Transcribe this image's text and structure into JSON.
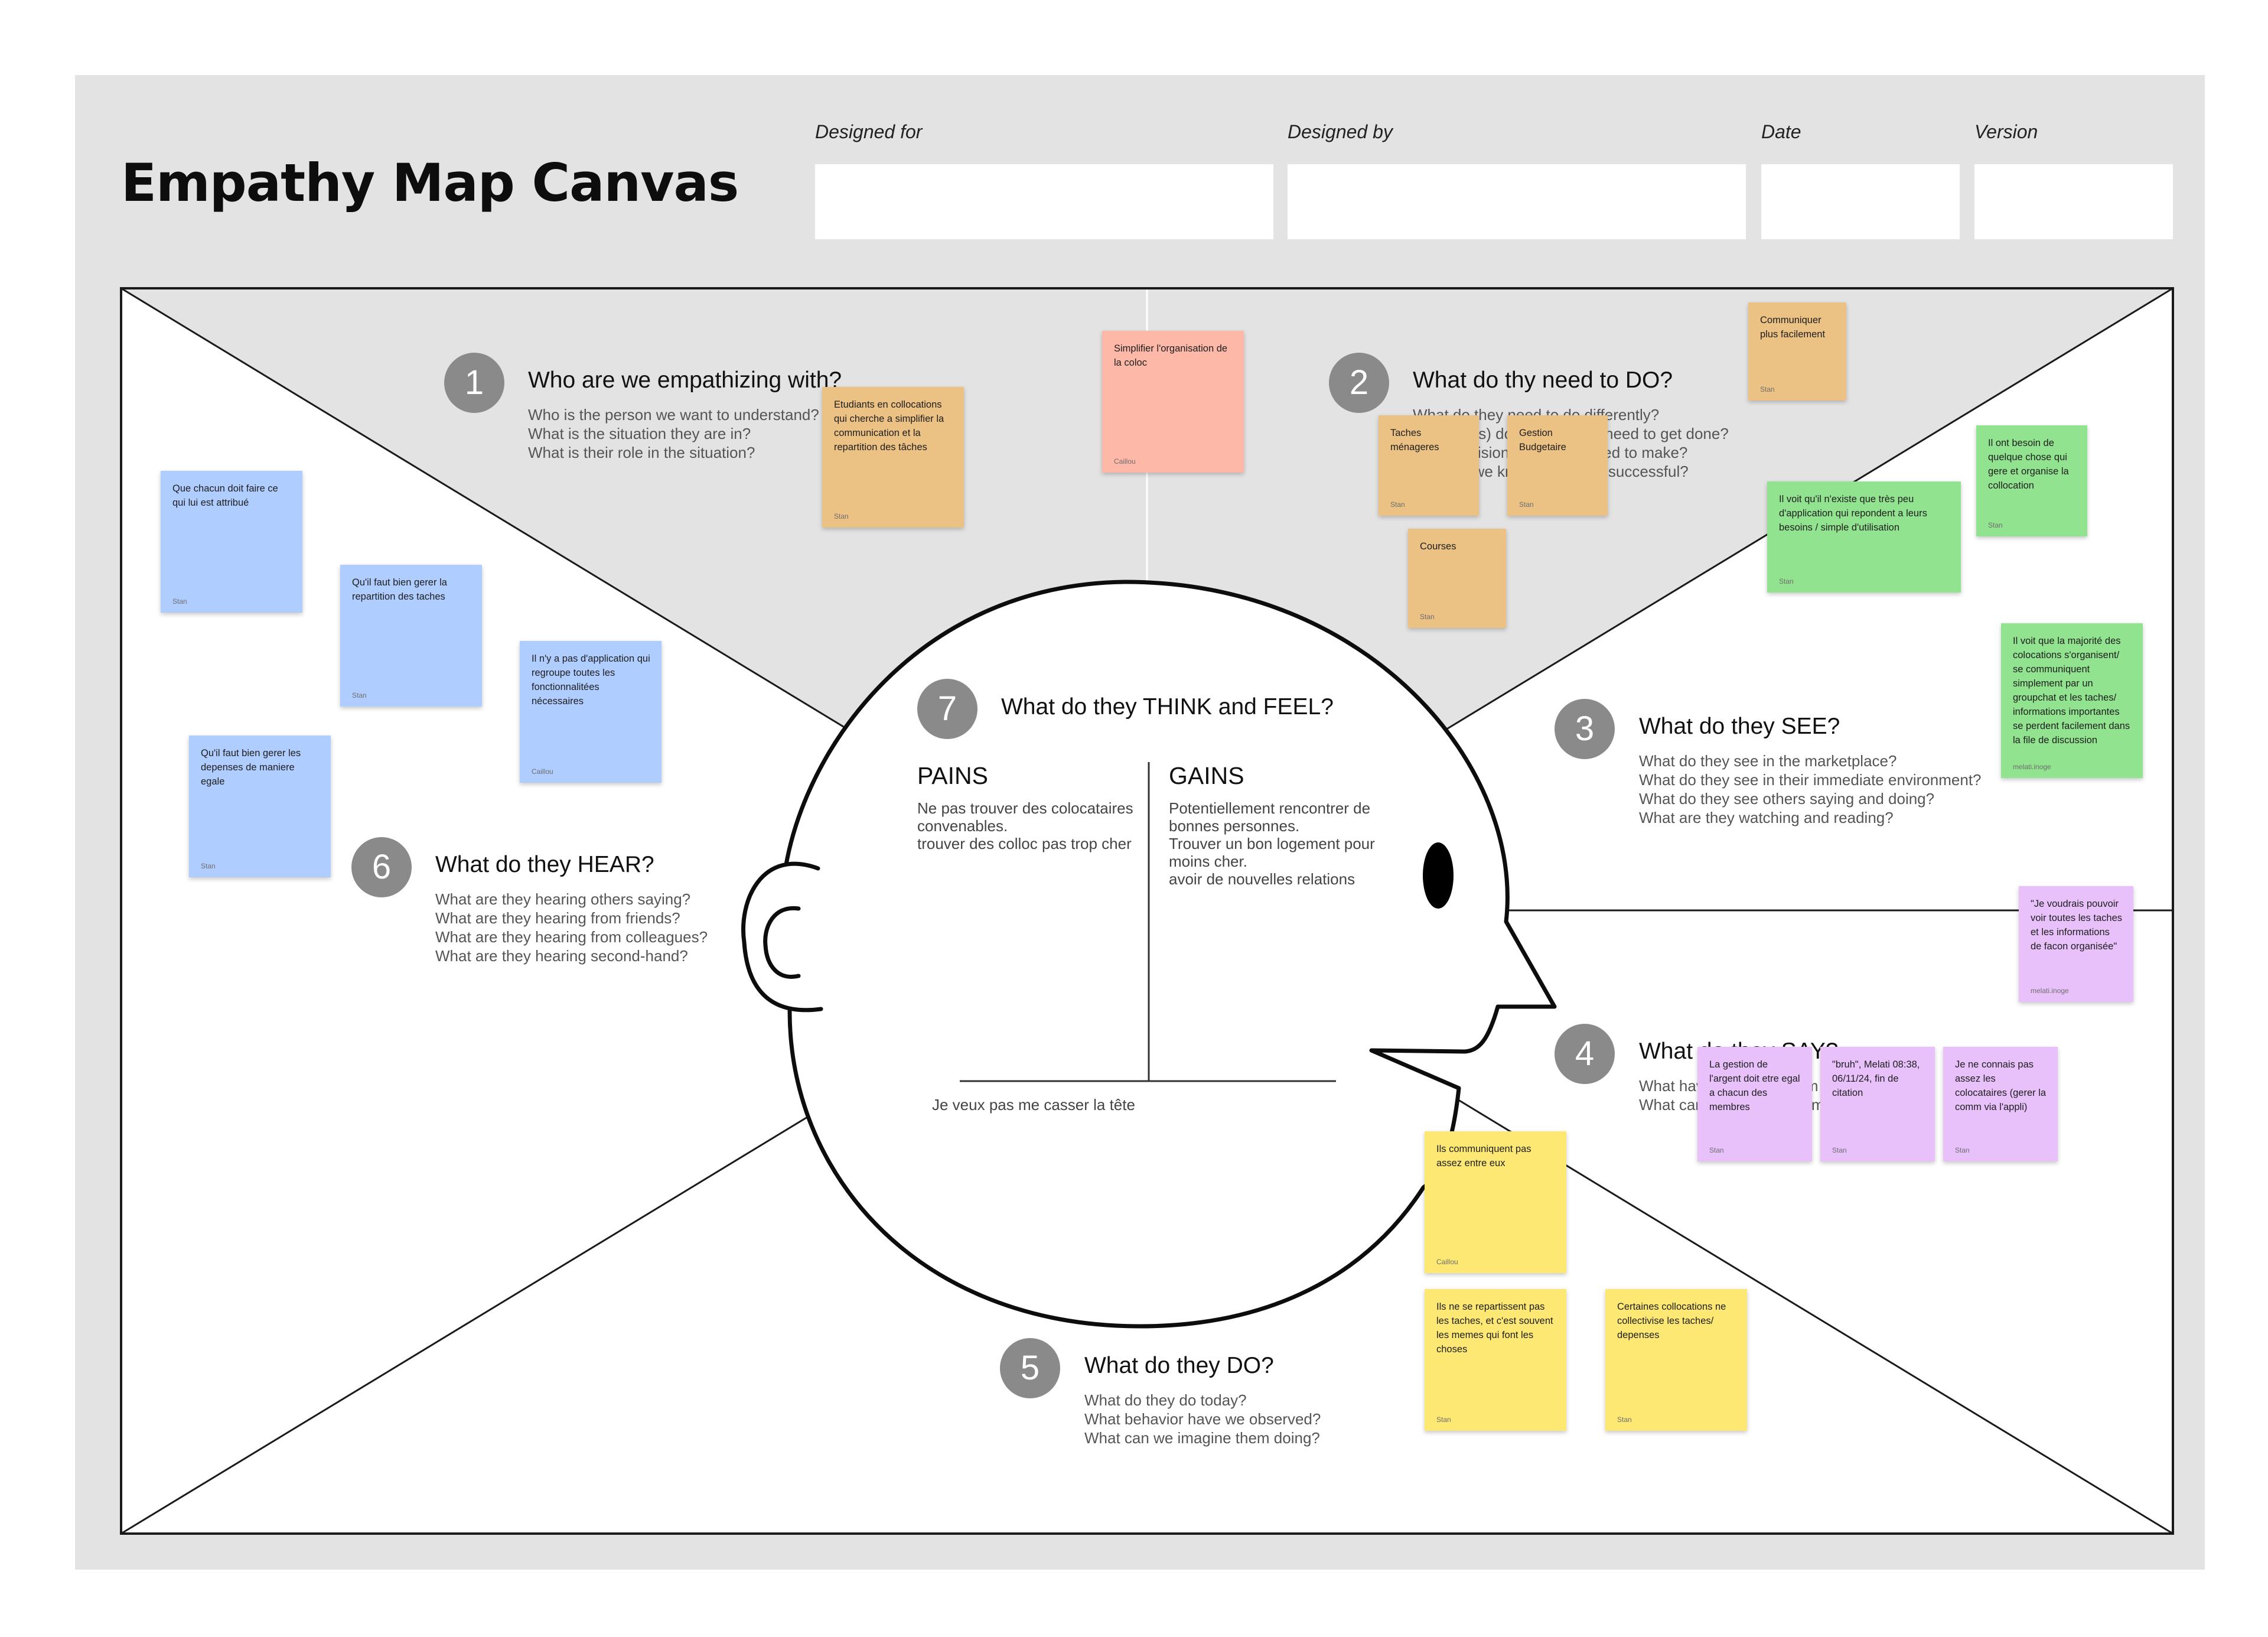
{
  "header": {
    "title": "Empathy Map Canvas",
    "designed_for_label": "Designed for",
    "designed_by_label": "Designed by",
    "date_label": "Date",
    "version_label": "Version",
    "designed_for_value": "",
    "designed_by_value": "",
    "date_value": "",
    "version_value": ""
  },
  "sections": {
    "s1": {
      "num": "1",
      "title": "Who are we empathizing with?",
      "lines": [
        "Who is the person we want to understand?",
        "What is the situation they are in?",
        "What is their role in the situation?"
      ]
    },
    "s2": {
      "num": "2",
      "title": "What do thy need to DO?",
      "lines": [
        "What do they need to do differently?",
        "What job(s) do they want or need to get done?",
        "What decision(s) do they need to make?",
        "How will we know they were successful?"
      ]
    },
    "s3": {
      "num": "3",
      "title": "What do they SEE?",
      "lines": [
        "What do they see in the marketplace?",
        "What do they see in their immediate environment?",
        "What do they see others saying and doing?",
        "What are they watching and reading?"
      ]
    },
    "s4": {
      "num": "4",
      "title": "What do they SAY?",
      "lines": [
        "What have we heard them say?",
        "What can we imagine them saying?"
      ]
    },
    "s5": {
      "num": "5",
      "title": "What do they DO?",
      "lines": [
        "What do they do today?",
        "What behavior have we observed?",
        "What can we imagine them doing?"
      ]
    },
    "s6": {
      "num": "6",
      "title": "What do they HEAR?",
      "lines": [
        "What are they hearing others saying?",
        "What are they hearing from friends?",
        "What are they hearing from colleagues?",
        "What are they hearing second-hand?"
      ]
    },
    "s7": {
      "num": "7",
      "title": "What do they THINK and FEEL?"
    }
  },
  "think_feel": {
    "pains_title": "PAINS",
    "pains_lines": [
      "Ne pas trouver des colocataires",
      "convenables.",
      "trouver des colloc pas trop cher"
    ],
    "gains_title": "GAINS",
    "gains_lines": [
      "Potentiellement rencontrer de",
      "bonnes personnes.",
      "Trouver un bon logement pour",
      "moins cher.",
      "avoir de nouvelles relations"
    ],
    "bottom_note": "Je veux pas me casser la tête"
  },
  "colors": {
    "frame": "#e3e3e3",
    "orange": "#ebc184",
    "salmon": "#fdb8a8",
    "green": "#92e390",
    "blue": "#b0cdff",
    "purple": "#e8c1fb",
    "yellow": "#fde874",
    "number_circle": "#8a8a8a"
  },
  "stickies": [
    {
      "text": "Etudiants en collocations qui cherche a simplifier la communication et la repartition des tâches",
      "author": "Stan",
      "color": "orange"
    },
    {
      "text": "Simplifier l'organisation de la coloc",
      "author": "Caillou",
      "color": "salmon"
    },
    {
      "text": "Taches ménageres",
      "author": "Stan",
      "color": "orange"
    },
    {
      "text": "Gestion Budgetaire",
      "author": "Stan",
      "color": "orange"
    },
    {
      "text": "Courses",
      "author": "Stan",
      "color": "orange"
    },
    {
      "text": "Communiquer plus facilement",
      "author": "Stan",
      "color": "orange"
    },
    {
      "text": "Il ont besoin de quelque chose qui gere et organise la collocation",
      "author": "Stan",
      "color": "green"
    },
    {
      "text": "Il voit qu'il n'existe que très peu d'application qui repondent a leurs besoins / simple d'utilisation",
      "author": "Stan",
      "color": "green"
    },
    {
      "text": "Il voit que la majorité des colocations s'organisent/ se communiquent simplement par un groupchat et les taches/ informations importantes se perdent facilement dans la file de discussion",
      "author": "melati.inoge",
      "color": "green"
    },
    {
      "text": "\"Je voudrais pouvoir voir toutes les taches et les informations de facon organisée\"",
      "author": "melati.inoge",
      "color": "purple"
    },
    {
      "text": "La gestion de l'argent doit etre egal a chacun des membres",
      "author": "Stan",
      "color": "purple"
    },
    {
      "text": "\"bruh\", Melati 08:38, 06/11/24, fin de citation",
      "author": "Stan",
      "color": "purple"
    },
    {
      "text": "Je ne connais pas assez les colocataires (gerer la comm via l'appli)",
      "author": "Stan",
      "color": "purple"
    },
    {
      "text": "Ils communiquent pas assez entre eux",
      "author": "Caillou",
      "color": "yellow"
    },
    {
      "text": "Ils ne se repartissent pas les taches, et c'est souvent les memes qui font les choses",
      "author": "Stan",
      "color": "yellow"
    },
    {
      "text": "Certaines collocations ne collectivise les taches/ depenses",
      "author": "Stan",
      "color": "yellow"
    },
    {
      "text": "Que chacun doit faire ce qui lui est attribué",
      "author": "Stan",
      "color": "blue"
    },
    {
      "text": "Qu'il faut bien gerer la repartition des taches",
      "author": "Stan",
      "color": "blue"
    },
    {
      "text": "Il n'y a pas d'application qui regroupe toutes les fonctionnalitées nécessaires",
      "author": "Caillou",
      "color": "blue"
    },
    {
      "text": "Qu'il faut bien gerer les depenses de maniere egale",
      "author": "Stan",
      "color": "blue"
    }
  ]
}
